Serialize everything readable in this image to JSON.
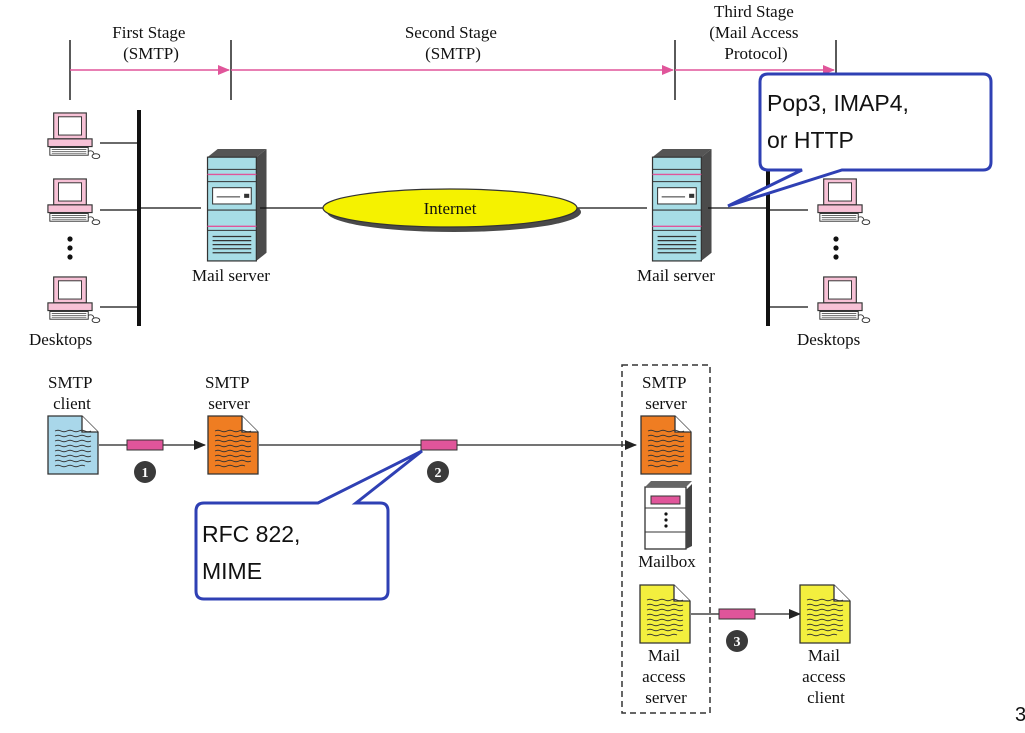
{
  "stages": {
    "first": [
      "First Stage",
      "(SMTP)"
    ],
    "second": [
      "Second Stage",
      "(SMTP)"
    ],
    "third": [
      "Third Stage",
      "(Mail Access",
      "Protocol)"
    ]
  },
  "top": {
    "internet": "Internet",
    "mail_server_left": "Mail server",
    "mail_server_right": "Mail server",
    "desktops_left": "Desktops",
    "desktops_right": "Desktops",
    "callout": [
      "Pop3, IMAP4,",
      "or HTTP"
    ]
  },
  "bottom": {
    "smtp_client": [
      "SMTP",
      "client"
    ],
    "smtp_server": [
      "SMTP",
      "server"
    ],
    "smtp_server_right": [
      "SMTP",
      "server"
    ],
    "mailbox": "Mailbox",
    "mail_access_server": [
      "Mail",
      "access",
      "server"
    ],
    "mail_access_client": [
      "Mail",
      "access",
      "client"
    ],
    "step1": "1",
    "step2": "2",
    "step3": "3",
    "callout": [
      "RFC 822,",
      "MIME"
    ]
  },
  "page_number": "3",
  "colors": {
    "arrow_pink": "#e0559a",
    "message_pink": "#e0559a",
    "server_cyan": "#a7dde6",
    "internet_yellow": "#f5f200",
    "doc_blue": "#a9d7ea",
    "doc_orange": "#ef7d22",
    "doc_yellow": "#f3ef3e",
    "callout_blue": "#2f40b4"
  },
  "icons": [
    "desktop-icon",
    "server-icon",
    "document-icon",
    "mailbox-icon",
    "message-icon"
  ]
}
